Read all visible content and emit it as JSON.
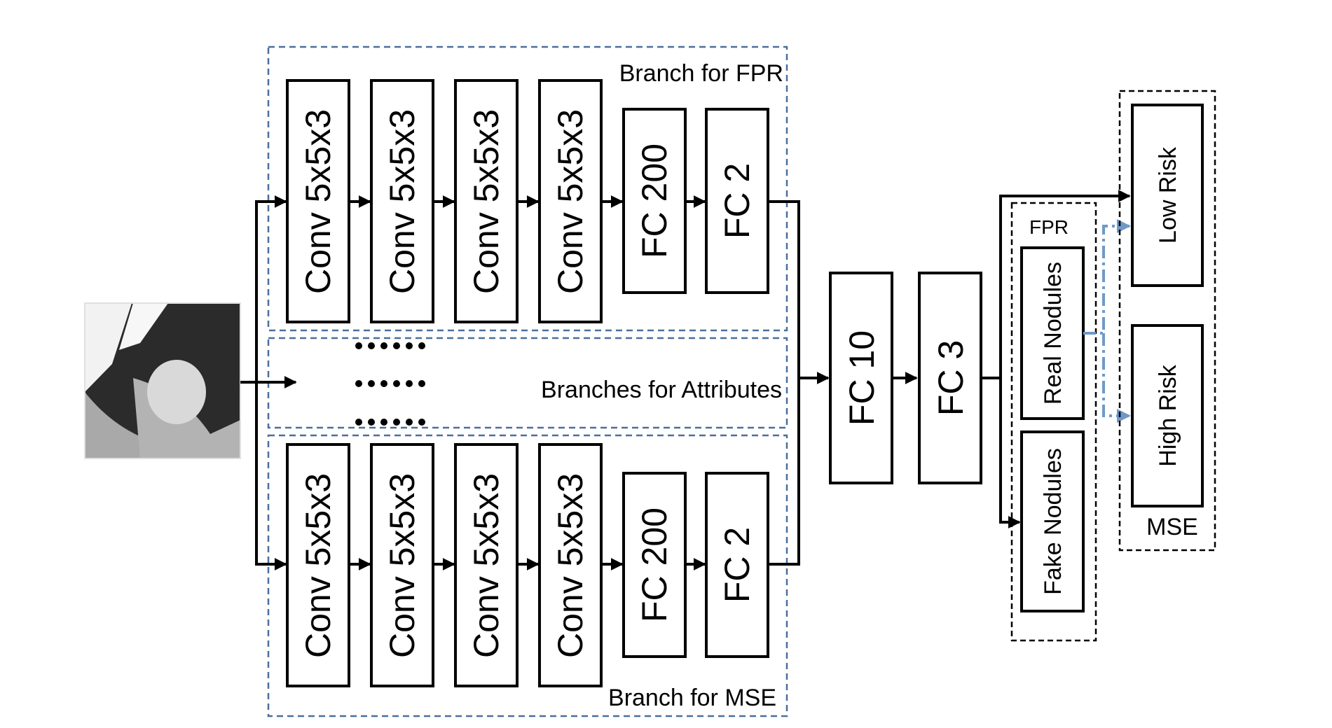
{
  "diagram": {
    "branch_fpr_label": "Branch for FPR",
    "branch_attr_label": "Branches for Attributes",
    "branch_mse_label": "Branch for MSE",
    "top_layers": [
      "Conv 5x5x3",
      "Conv 5x5x3",
      "Conv 5x5x3",
      "Conv 5x5x3",
      "FC 200",
      "FC 2"
    ],
    "bottom_layers": [
      "Conv 5x5x3",
      "Conv 5x5x3",
      "Conv 5x5x3",
      "Conv 5x5x3",
      "FC 200",
      "FC 2"
    ],
    "fc10": "FC 10",
    "fc3": "FC 3",
    "fpr_label": "FPR",
    "real_nodules": "Real Nodules",
    "fake_nodules": "Fake Nodules",
    "mse_label": "MSE",
    "low_risk": "Low Risk",
    "high_risk": "High Risk"
  },
  "colors": {
    "branch_border": "#4a6f9c",
    "dashdot_arrow": "#6f99c9",
    "stroke": "#000000"
  },
  "icons": {
    "input": "ct-nodule-scan-image"
  }
}
